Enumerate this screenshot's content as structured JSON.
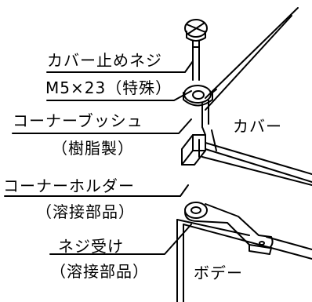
{
  "labels": {
    "cover_screw": "カバー止めネジ",
    "cover_screw_spec": "M5×23（特殊）",
    "corner_bush": "コーナーブッシュ",
    "corner_bush_material": "（樹脂製）",
    "cover": "カバー",
    "corner_holder": "コーナーホルダー",
    "corner_holder_material": "（溶接部品）",
    "nut_receiver": "ネジ受け",
    "nut_receiver_material": "（溶接部品）",
    "body": "ボデー"
  }
}
